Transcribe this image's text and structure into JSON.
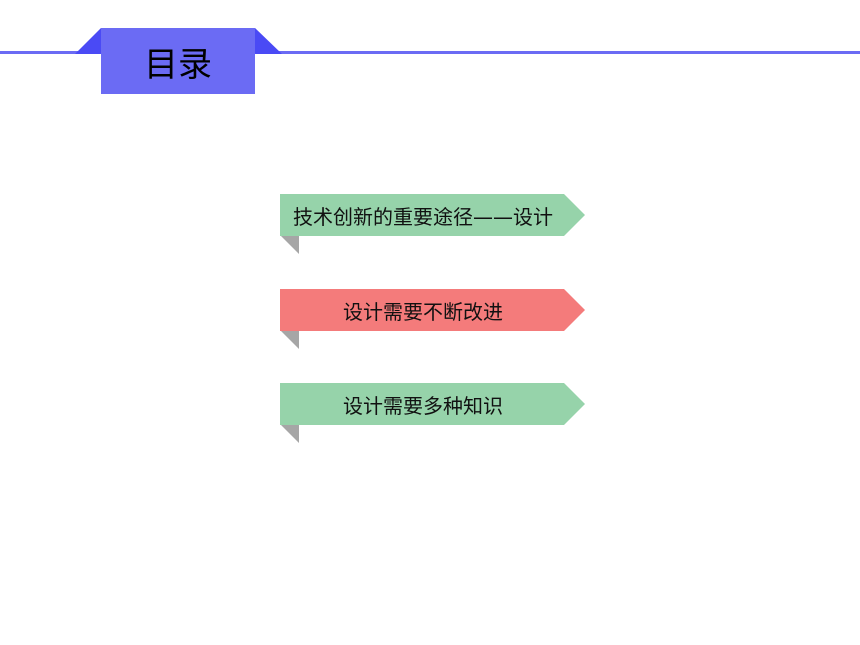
{
  "header": {
    "title": "目录"
  },
  "menu": {
    "items": [
      {
        "label": "技术创新的重要途径——设计",
        "color": "#96d3aa"
      },
      {
        "label": "设计需要不断改进",
        "color": "#f47b7b"
      },
      {
        "label": "设计需要多种知识",
        "color": "#96d3aa"
      }
    ]
  },
  "colors": {
    "accent": "#6b6bf4",
    "tab_dark": "#4a4af5",
    "fold_shadow": "#a6a6a6"
  }
}
